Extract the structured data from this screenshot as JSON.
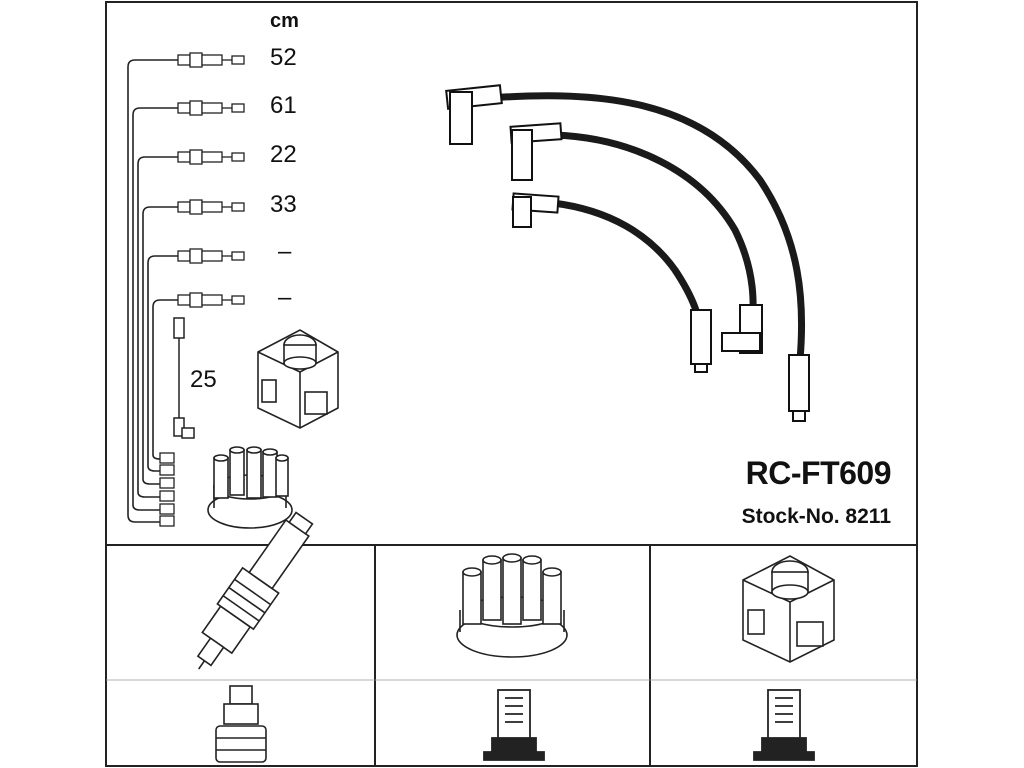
{
  "unit_label": "cm",
  "lengths": [
    "52",
    "61",
    "22",
    "33",
    "–",
    "–"
  ],
  "coil_lead_length": "25",
  "product": {
    "code": "RC-FT609",
    "stock": "Stock-No. 8211"
  },
  "icons": [
    "spark-plug-icon",
    "distributor-cap-icon",
    "ignition-coil-icon",
    "spark-plug-boot-icon",
    "cap-connector-icon",
    "coil-connector-icon"
  ],
  "colors": {
    "line": "#222222",
    "background": "#ffffff"
  }
}
